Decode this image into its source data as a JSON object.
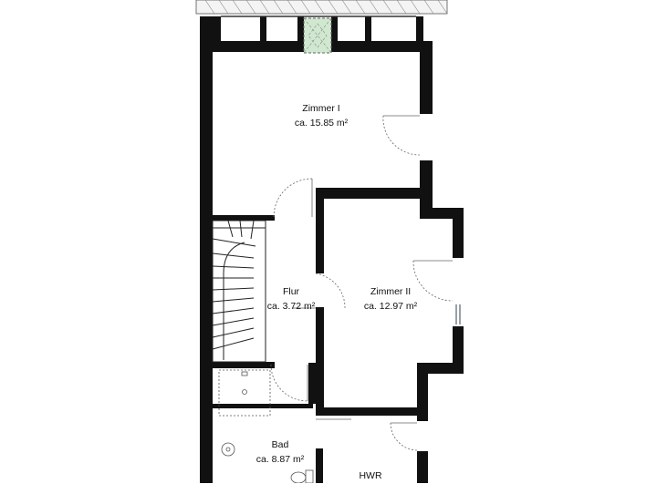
{
  "rooms": [
    {
      "name": "Zimmer I",
      "area": "ca. 15.85 m²"
    },
    {
      "name": "Flur",
      "area": "ca. 3.72 m²"
    },
    {
      "name": "Zimmer II",
      "area": "ca. 12.97 m²"
    },
    {
      "name": "Bad",
      "area": "ca. 8.87 m²"
    },
    {
      "name": "HWR",
      "area": ""
    }
  ],
  "colors": {
    "wall": "#111111",
    "line": "#555555",
    "window": "#9aa0a6",
    "skylight": "#cfe8cf"
  }
}
